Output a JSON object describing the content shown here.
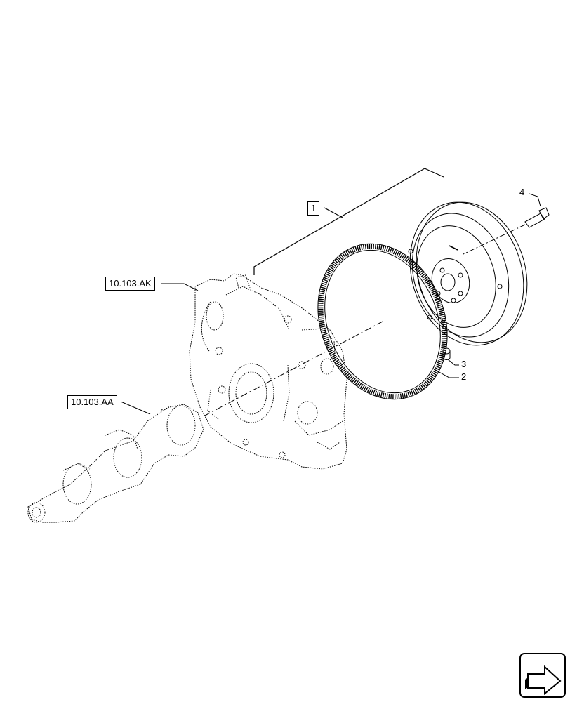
{
  "callouts": {
    "assembly_ref": "1",
    "gear_cover_ref": "10.103.AK",
    "crankshaft_ref": "10.103.AA",
    "bolt": "4",
    "dowel": "3",
    "ring_gear": "2"
  },
  "icons": {
    "navigation": "next-page-arrow-icon"
  },
  "colors": {
    "line": "#000000",
    "background": "#ffffff"
  }
}
